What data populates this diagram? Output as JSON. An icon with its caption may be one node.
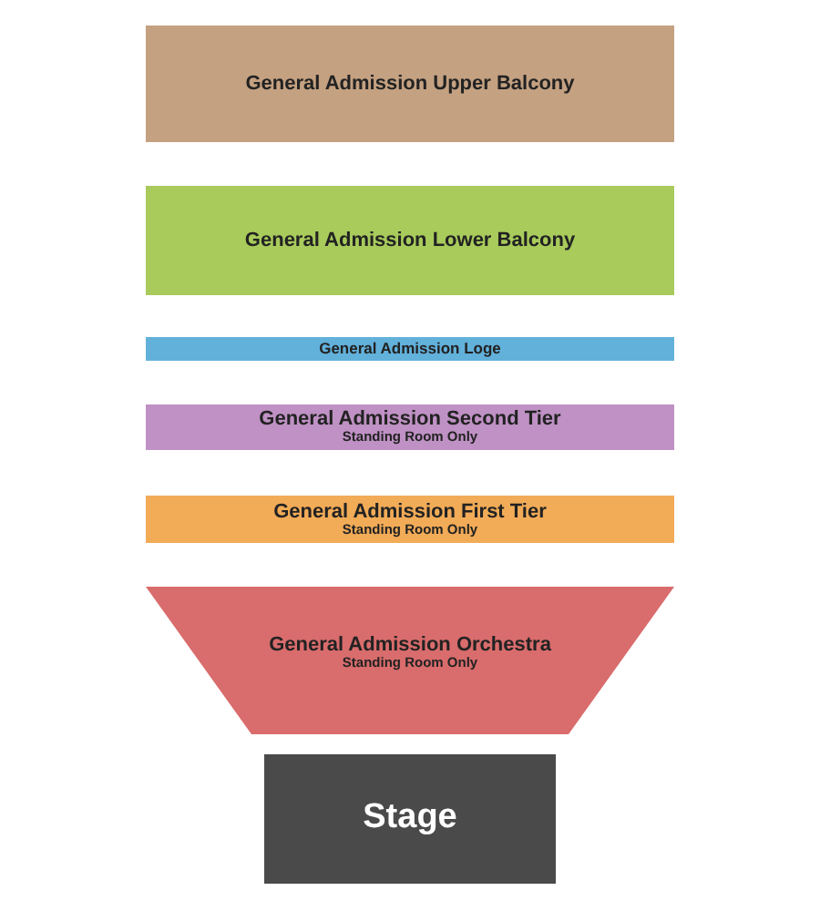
{
  "diagram": {
    "nodes": [
      {
        "text": [
          "General Admission Upper Balcony"
        ]
      },
      {
        "text": [
          "General Admission Lower Balcony"
        ]
      },
      {
        "text": [
          "General Admission Loge"
        ]
      },
      {
        "text": [
          "General Admission Second Tier",
          "Standing Room Only"
        ]
      },
      {
        "text": [
          "General Admission First Tier",
          "Standing Room Only"
        ]
      },
      {
        "text": [
          "General Admission Orchestra",
          "Standing Room Only"
        ]
      },
      {
        "text": [
          "Stage"
        ]
      }
    ]
  }
}
